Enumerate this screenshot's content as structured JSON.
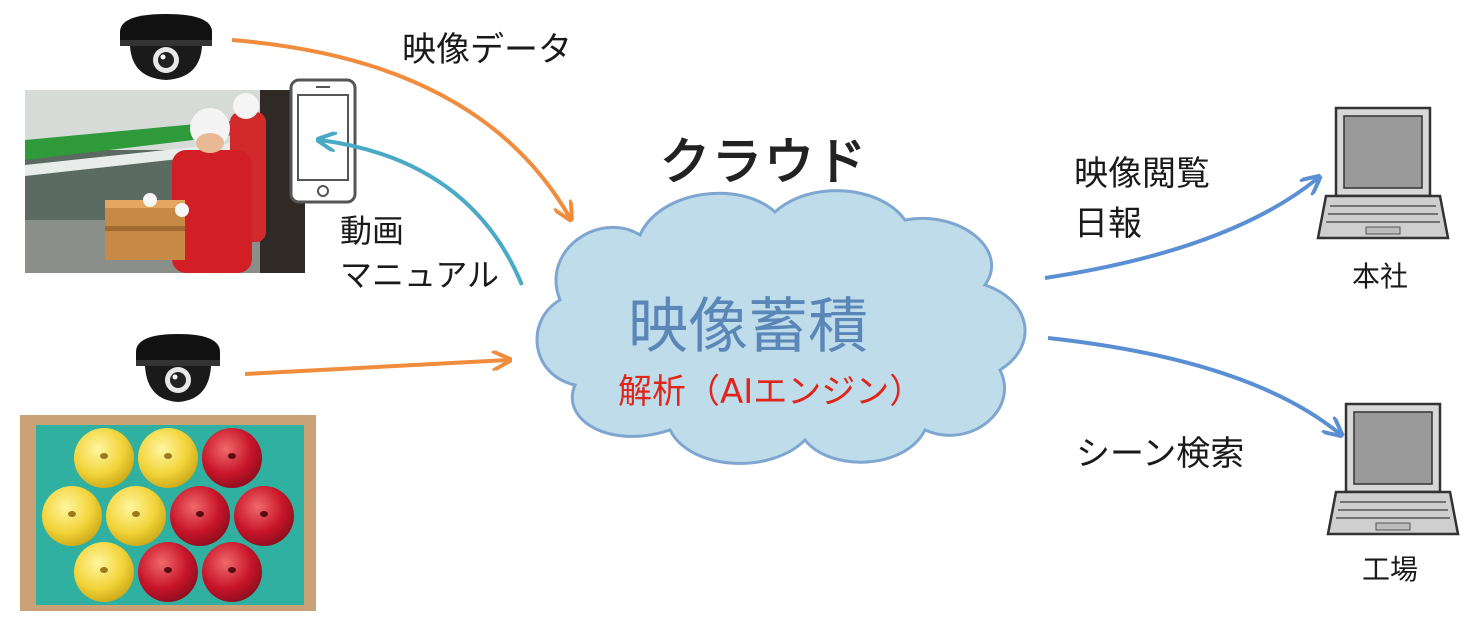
{
  "cloud": {
    "title": "クラウド",
    "storage_label": "映像蓄積",
    "analysis_label": "解析（AIエンジン）"
  },
  "flows": {
    "video_data": "映像データ",
    "manual_line1": "動画",
    "manual_line2": "マニュアル",
    "browse_line1": "映像閲覧",
    "browse_line2": "日報",
    "scene_search": "シーン検索"
  },
  "destinations": {
    "head_office": "本社",
    "factory": "工場"
  },
  "colors": {
    "orange_arrow": "#f08c3c",
    "teal_arrow": "#4aaac6",
    "blue_arrow": "#5b8fd4",
    "cloud_fill": "#bedcea",
    "cloud_stroke": "#7fa6d0",
    "storage_text": "#5b87b8",
    "analysis_text": "#e0251b"
  },
  "icons": [
    "security-camera-icon",
    "smartphone-icon",
    "laptop-icon"
  ]
}
